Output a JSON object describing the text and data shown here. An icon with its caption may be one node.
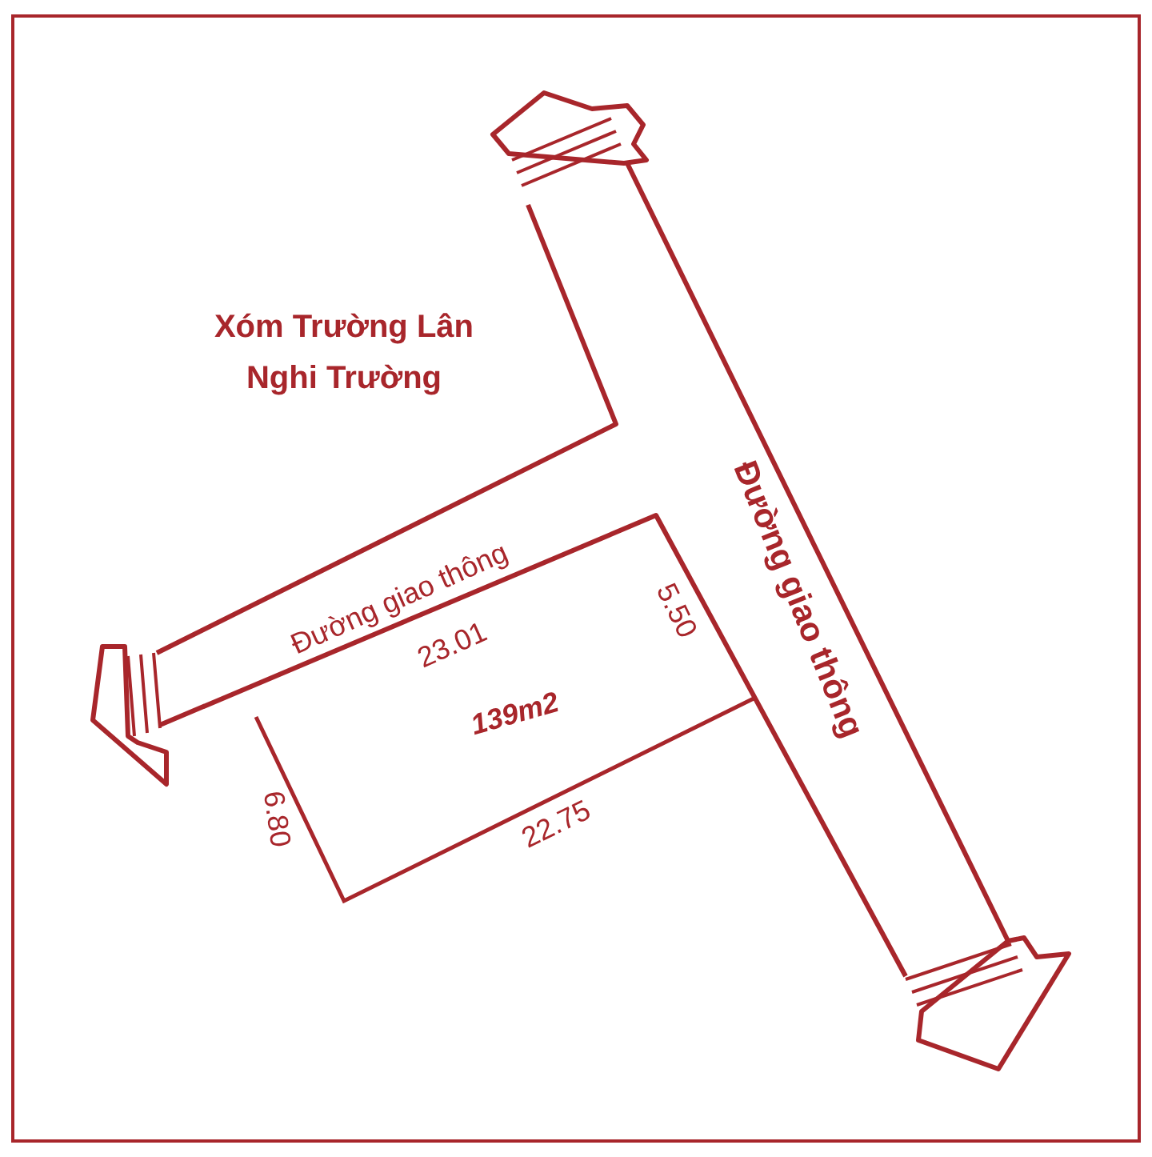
{
  "diagram": {
    "labels": [
      "Xóm Trường Lân",
      "Nghi Trường",
      "Đường giao thông",
      "Đường giao thông",
      "5.50",
      "23.01",
      "139m2",
      "6.80",
      "22.75"
    ]
  }
}
